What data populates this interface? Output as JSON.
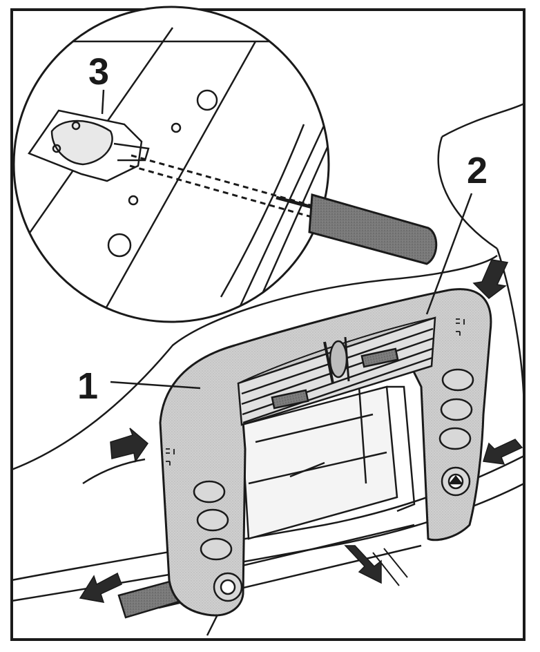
{
  "callouts": {
    "one": "1",
    "two": "2",
    "three": "3"
  },
  "colors": {
    "panel": "#c9c9c9",
    "dark": "#6f6f6f",
    "line": "#1a1a1a",
    "paper": "#ffffff"
  }
}
